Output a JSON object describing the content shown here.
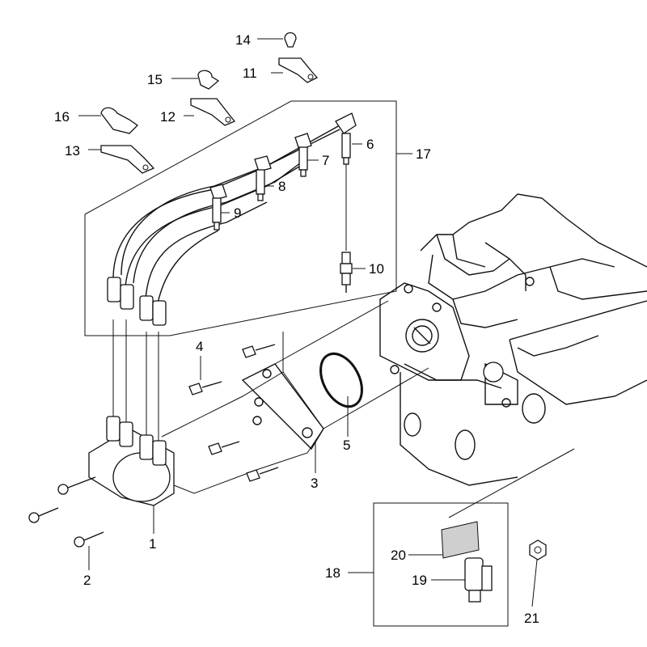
{
  "diagram": {
    "labels": {
      "1": "1",
      "2": "2",
      "3": "3",
      "4": "4",
      "5": "5",
      "6": "6",
      "7": "7",
      "8": "8",
      "9": "9",
      "10": "10",
      "11": "11",
      "12": "12",
      "13": "13",
      "14": "14",
      "15": "15",
      "16": "16",
      "17": "17",
      "18": "18",
      "19": "19",
      "20": "20",
      "21": "21"
    }
  }
}
